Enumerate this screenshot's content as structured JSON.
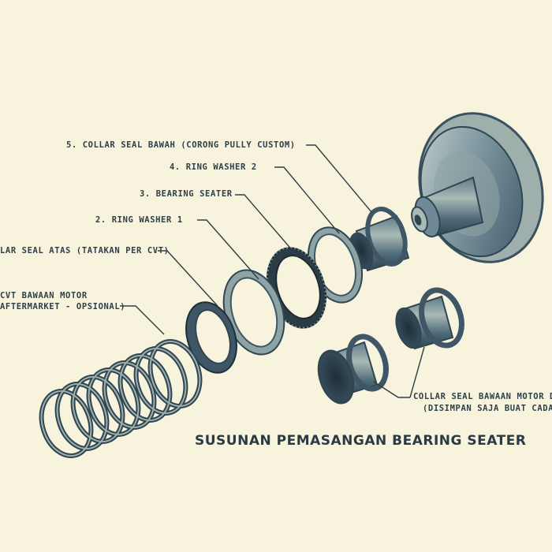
{
  "title": "SUSUNAN PEMASANGAN BEARING SEATER",
  "labels": {
    "part5": "5. COLLAR SEAL BAWAH (CORONG PULLY CUSTOM)",
    "part4": "4. RING WASHER 2",
    "part3": "3. BEARING SEATER",
    "part2": "2. RING WASHER 1",
    "part1": "LAR SEAL ATAS (TATAKAN PER CVT)",
    "spring_1": "CVT BAWAAN MOTOR",
    "spring_2": "AFTERMARKET - OPSIONAL)",
    "stock_1": "COLLAR SEAL BAWAAN MOTOR DIL",
    "stock_2": "(DISIMPAN SAJA BUAT CADANG"
  },
  "colors": {
    "background": "#f7f3dd",
    "metal_dark": "#3e5666",
    "metal_mid": "#6f8a96",
    "metal_light": "#b7c4bd",
    "text": "#2e3f48"
  }
}
